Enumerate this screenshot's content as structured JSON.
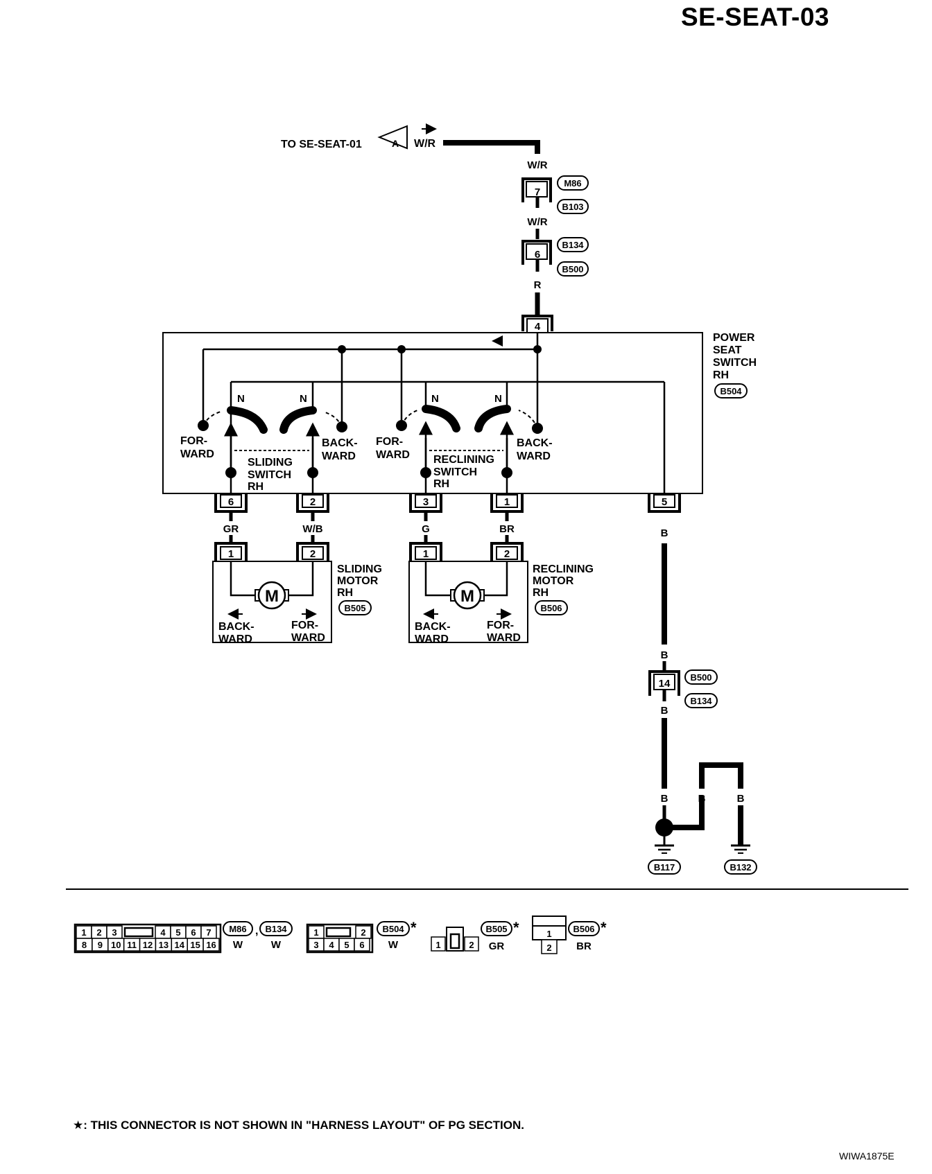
{
  "page_id": "SE-SEAT-03",
  "ref_target": "TO SE-SEAT-01",
  "ref_letter": "A",
  "wires": {
    "w_r": "W/R",
    "r": "R",
    "gr": "GR",
    "w_b": "W/B",
    "g": "G",
    "br": "BR",
    "b": "B"
  },
  "connectors": {
    "m86": "M86",
    "b103": "B103",
    "b134": "B134",
    "b500": "B500",
    "b504": "B504",
    "b505": "B505",
    "b506": "B506",
    "b117": "B117",
    "b132": "B132"
  },
  "pins": {
    "p7": "7",
    "p6": "6",
    "p4": "4",
    "p2": "2",
    "p3": "3",
    "p1": "1",
    "p5": "5",
    "p14": "14"
  },
  "switch_unit": {
    "line1": "POWER",
    "line2": "SEAT",
    "line3": "SWITCH",
    "line4": "RH"
  },
  "switch_labels": {
    "n": "N",
    "for1": "FOR-",
    "ward": "WARD",
    "back1": "BACK-",
    "sliding1": "SLIDING",
    "sliding2": "SWITCH",
    "sliding3": "RH",
    "reclining1": "RECLINING",
    "reclining2": "SWITCH",
    "reclining3": "RH"
  },
  "motors": {
    "m": "M",
    "sliding1": "SLIDING",
    "sliding2": "MOTOR",
    "sliding3": "RH",
    "reclining1": "RECLINING",
    "reclining2": "MOTOR",
    "reclining3": "RH"
  },
  "connector_views": {
    "c1_top": [
      "1",
      "2",
      "3",
      "4",
      "5",
      "6",
      "7"
    ],
    "c1_bottom": [
      "8",
      "9",
      "10",
      "11",
      "12",
      "13",
      "14",
      "15",
      "16"
    ],
    "c1_color1": "W",
    "c1_color2": "W",
    "c2_top": [
      "1",
      "2"
    ],
    "c2_bottom": [
      "3",
      "4",
      "5",
      "6"
    ],
    "c2_color": "W",
    "c3_pins": [
      "1",
      "2"
    ],
    "c3_color": "GR",
    "c4_pins": [
      "1",
      "2"
    ],
    "c4_color": "BR",
    "separator": ",",
    "star": "*"
  },
  "footnote": "★: THIS CONNECTOR IS NOT SHOWN IN \"HARNESS LAYOUT\" OF PG SECTION.",
  "doc_code": "WIWA1875E"
}
